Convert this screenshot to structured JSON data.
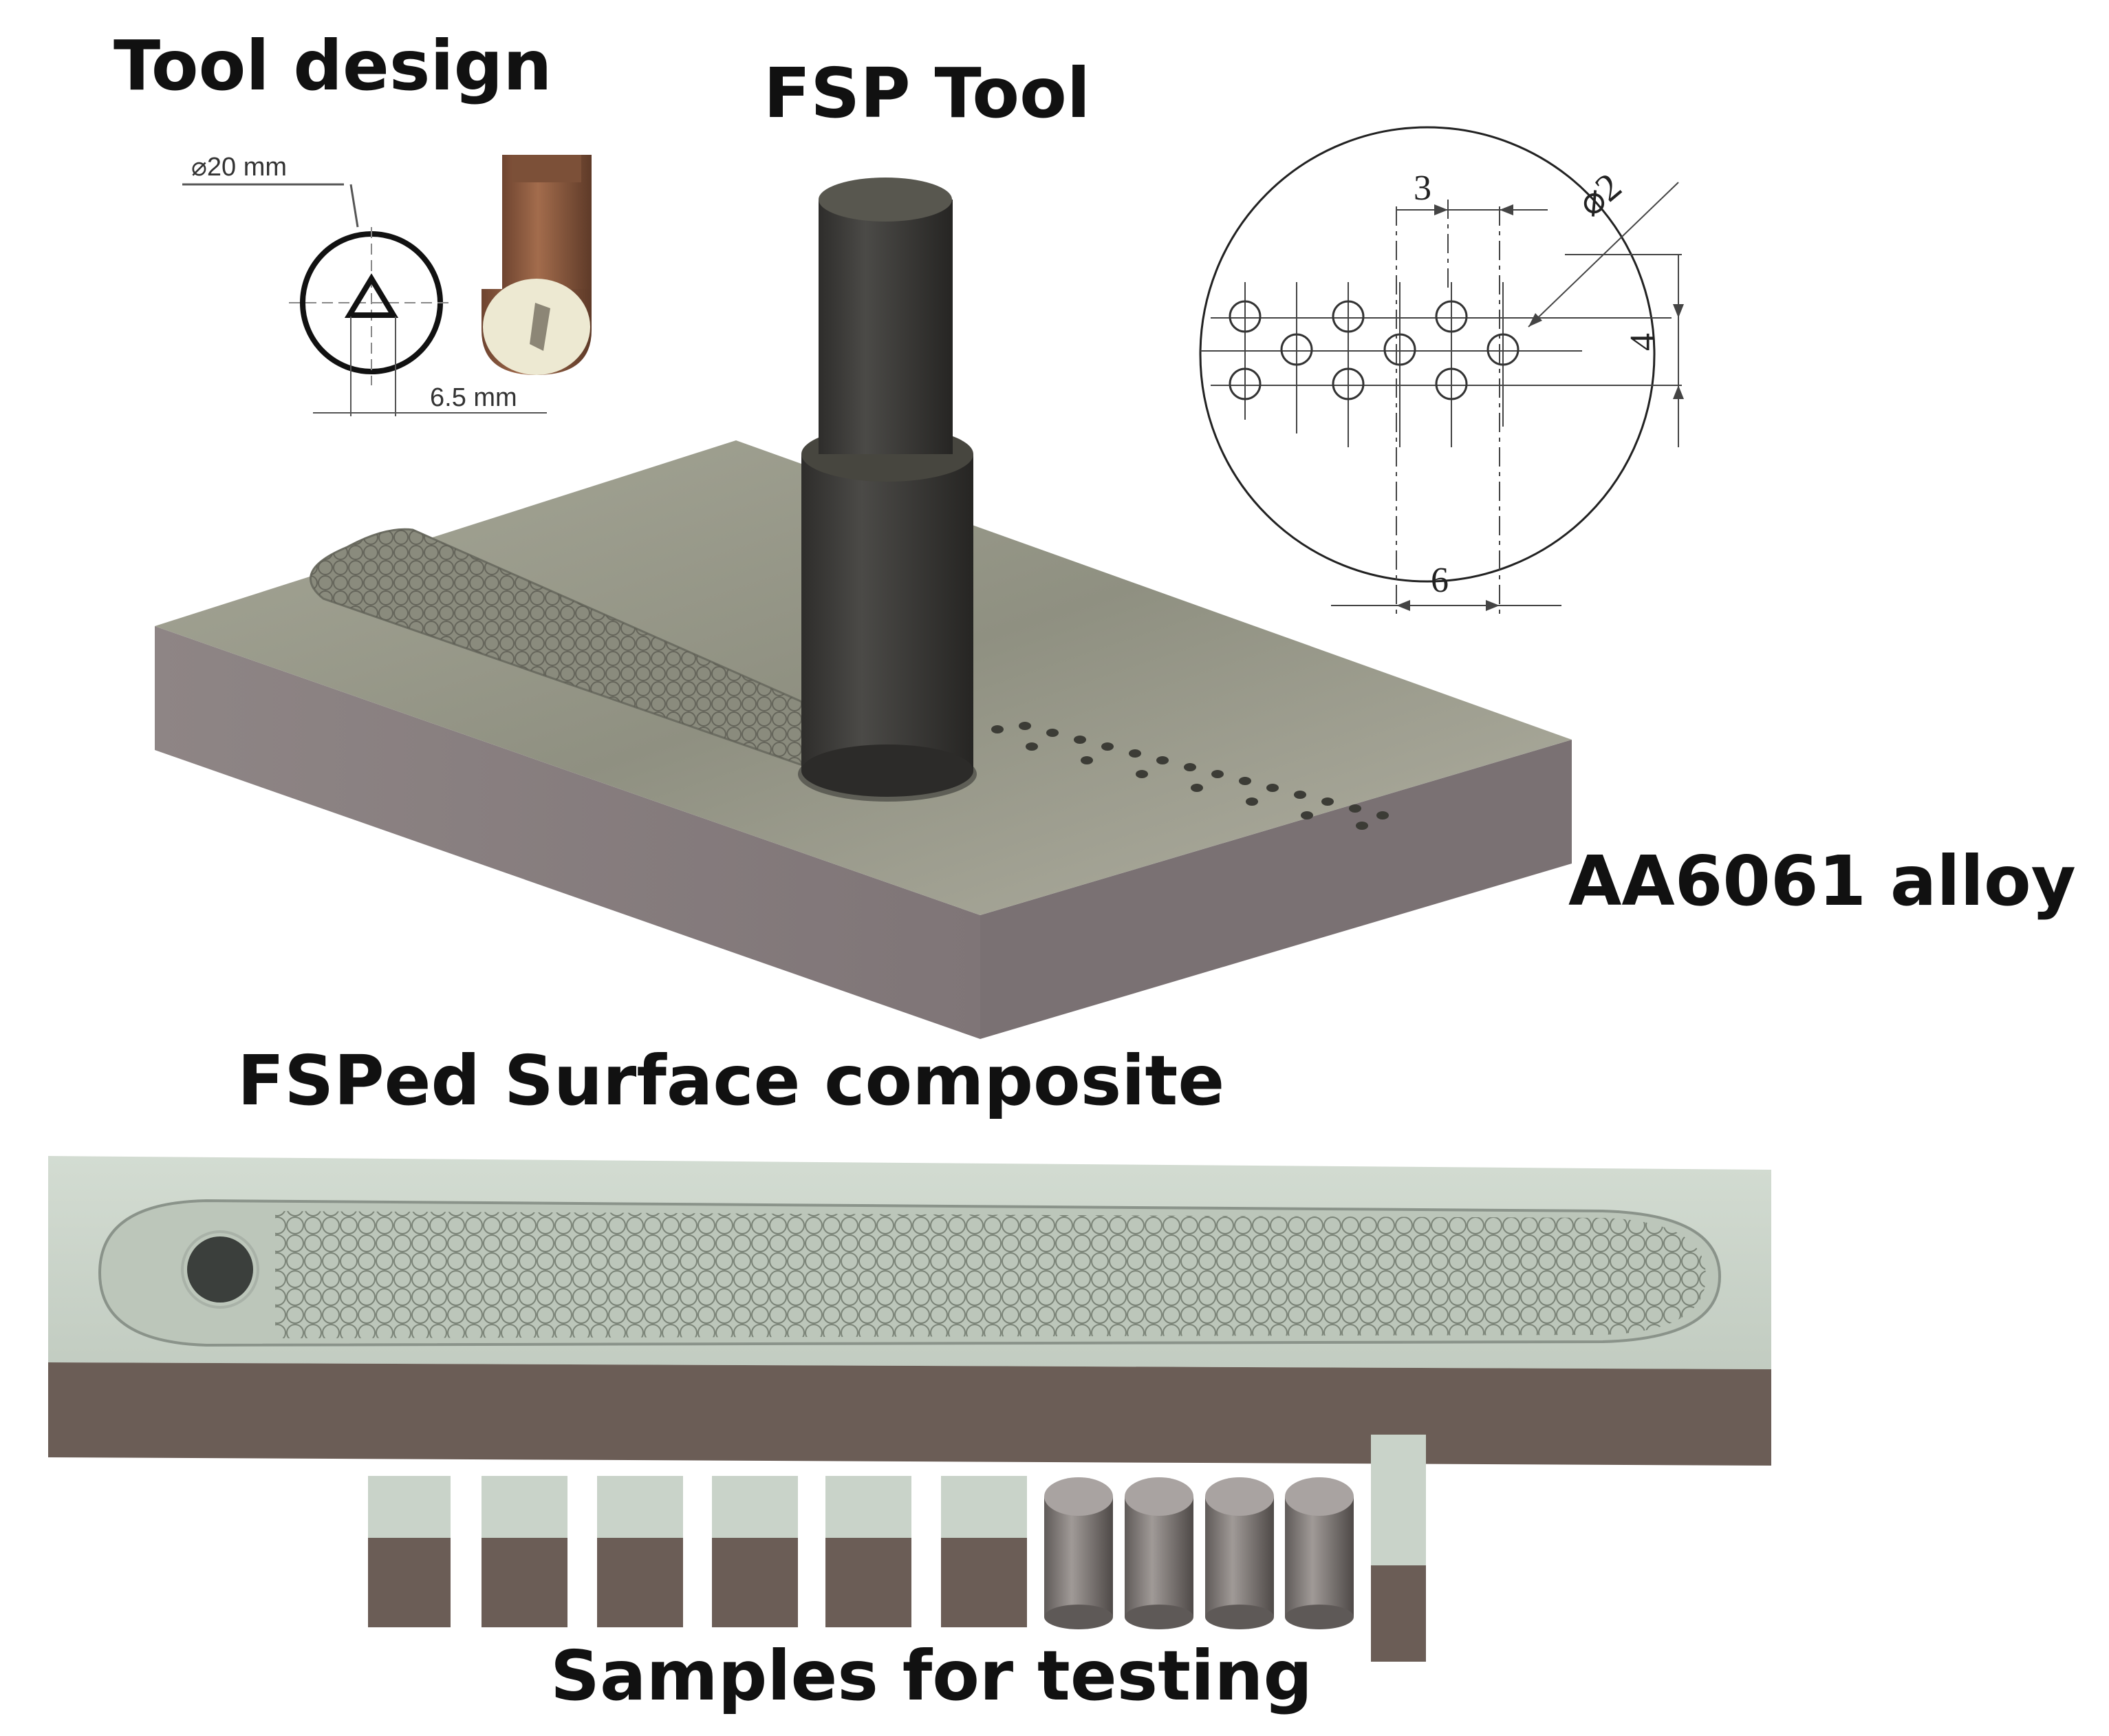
{
  "labels": {
    "tool_design": "Tool design",
    "fsp_tool": "FSP Tool",
    "alloy": "AA6061 alloy",
    "fsped_composite": "FSPed Surface composite",
    "samples": "Samples for testing"
  },
  "tool_drawing": {
    "shoulder_diameter": "⌀20 mm",
    "pin_size": "6.5 mm"
  },
  "hole_pattern": {
    "spacing_label": "3",
    "hole_diameter": "⌀2",
    "row_spacing": "4",
    "pitch": "6"
  },
  "colors": {
    "plate_top": "#9a9a8c",
    "plate_side": "#8c8080",
    "tool_body": "#3a3a38",
    "composite_top": "#c9d3c9",
    "composite_side": "#6b5d56",
    "copper_tool": "#8a5a3e"
  }
}
